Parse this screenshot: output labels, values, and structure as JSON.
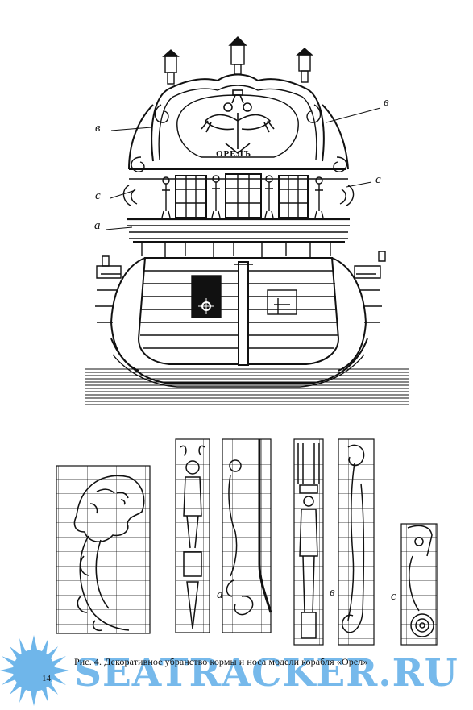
{
  "figure": {
    "caption": "Рис. 4. Декоративное убранство кормы и носа модели корабля «Орел»",
    "ship_name_plate": "ОРЕЛЪ",
    "stern_labels": {
      "b_left": "в",
      "b_right": "в",
      "c_left": "с",
      "c_right": "с",
      "a_left": "а"
    },
    "detail_labels": {
      "a": "а",
      "b": "в",
      "c": "с"
    }
  },
  "page_number": "14",
  "watermark": {
    "text": "SEATRACKER.RU",
    "color": "#6fb6ea"
  }
}
